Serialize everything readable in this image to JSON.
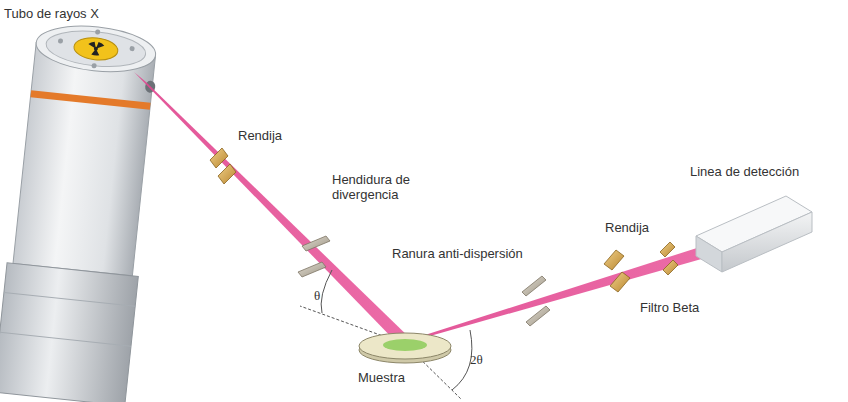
{
  "diagram": {
    "labels": [
      "Tubo de rayos X",
      "Rendija",
      "Hendidura de divergencia",
      "θ",
      "Ranura anti-dispersión",
      "Rendija",
      "Filtro Beta",
      "Linea de detección",
      "2θ",
      "Muestra"
    ]
  }
}
